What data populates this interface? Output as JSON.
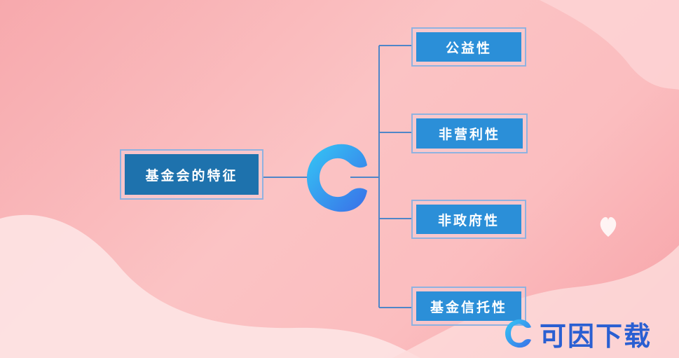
{
  "diagram": {
    "root": {
      "label": "基金会的特征"
    },
    "branches": [
      {
        "label": "公益性"
      },
      {
        "label": "非营利性"
      },
      {
        "label": "非政府性"
      },
      {
        "label": "基金信托性"
      }
    ]
  },
  "watermark": {
    "text": "可因下载"
  },
  "colors": {
    "root_fill": "#1e72ad",
    "leaf_fill": "#2b8fd8",
    "connector": "#4f86c8",
    "background": "#fbc3c4"
  }
}
